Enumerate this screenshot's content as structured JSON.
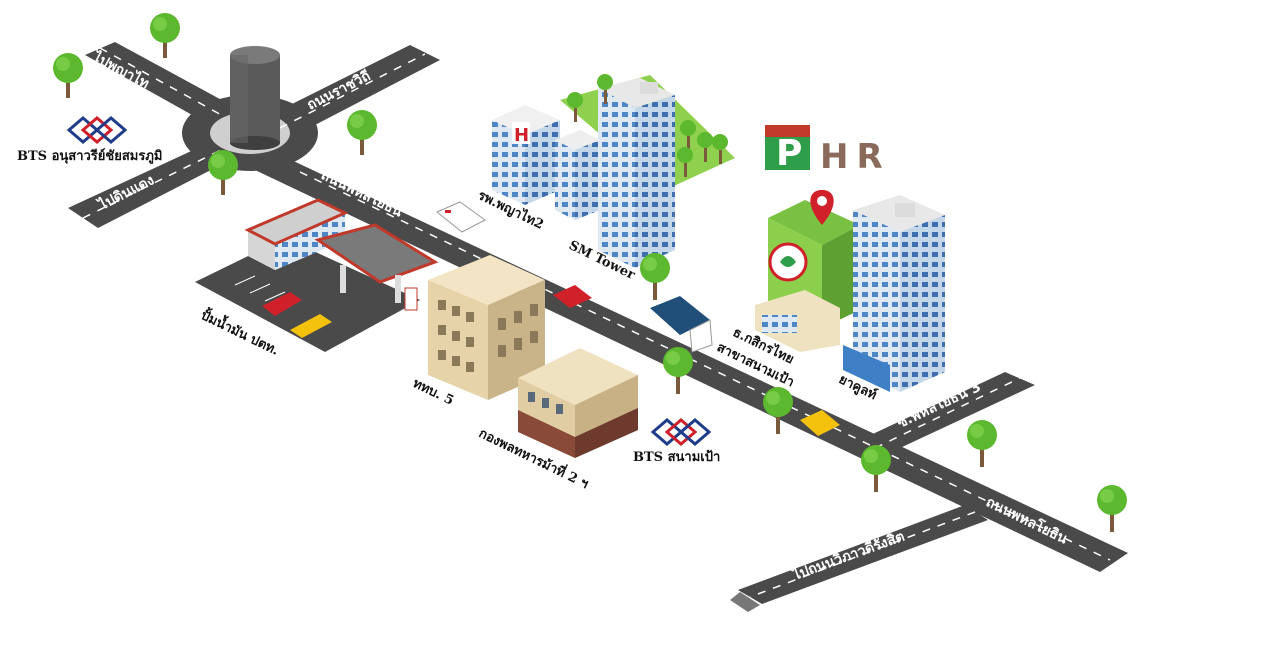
{
  "map": {
    "roads": {
      "phahonyothin_upper": "ถนนพหลโยธิน",
      "phahonyothin_lower": "ถนนพหลโยธิน",
      "ratchawithi": "ถนนราชวิถี",
      "to_phaya_thai": "ไปพญาไท",
      "to_din_daeng": "ไปดินแดง",
      "soi_phahonyothin_3": "ซ.พหลโยธิน 3",
      "to_vibhavadi": "ไปถนนวิภาวดีรังสิต"
    },
    "landmarks": {
      "bts_victory": "BTS อนุสาวรีย์ชัยสมรภูมิ",
      "bts_sanam_pao": "BTS สนามเป้า",
      "hospital": "รพ.พญาไท2",
      "sm_tower": "SM Tower",
      "gas_station": "ปั้มน้ำมัน ปตท.",
      "army_tv": "ททบ. 5",
      "army_hq": "กองพลทหารม้าที่ 2 ฯ",
      "kasikorn": "ธ.กสิกรไทย",
      "kasikorn_branch": "สาขาสนามเป้า",
      "pharmacy": "ยาคูลท์"
    },
    "logo": {
      "letter": "P",
      "text": "HR"
    },
    "colors": {
      "road": "#4a4a4a",
      "logo_green": "#2e9e4a",
      "logo_red": "#c0392b",
      "bts_blue": "#1f3c8a",
      "bts_red": "#d0202a"
    }
  }
}
